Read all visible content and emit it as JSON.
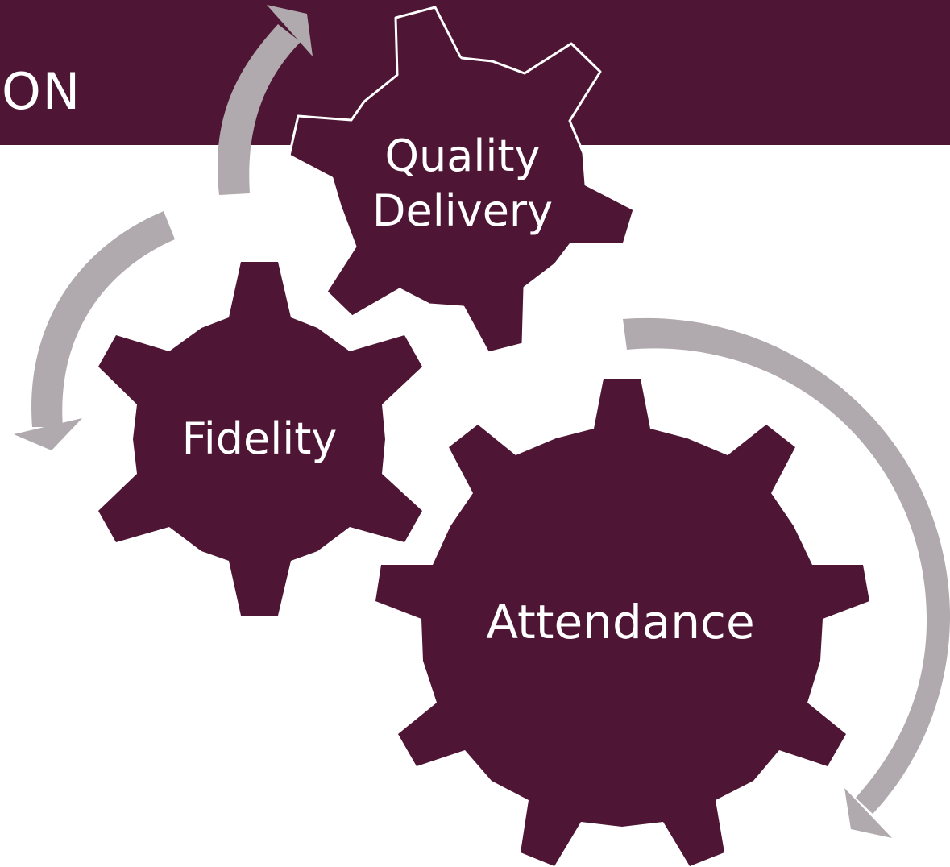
{
  "header": {
    "title_fragment": "ON",
    "band_color": "#4e1634"
  },
  "colors": {
    "gear": "#4e1634",
    "gear_outline": "#ffffff",
    "arrow": "#b0a9ad",
    "text": "#ffffff"
  },
  "gears": {
    "quality_delivery": {
      "line1": "Quality",
      "line2": "Delivery"
    },
    "fidelity": {
      "label": "Fidelity"
    },
    "attendance": {
      "label": "Attendance"
    }
  },
  "arrows": [
    {
      "name": "arrow-to-quality-delivery"
    },
    {
      "name": "arrow-to-fidelity"
    },
    {
      "name": "arrow-to-attendance"
    }
  ]
}
